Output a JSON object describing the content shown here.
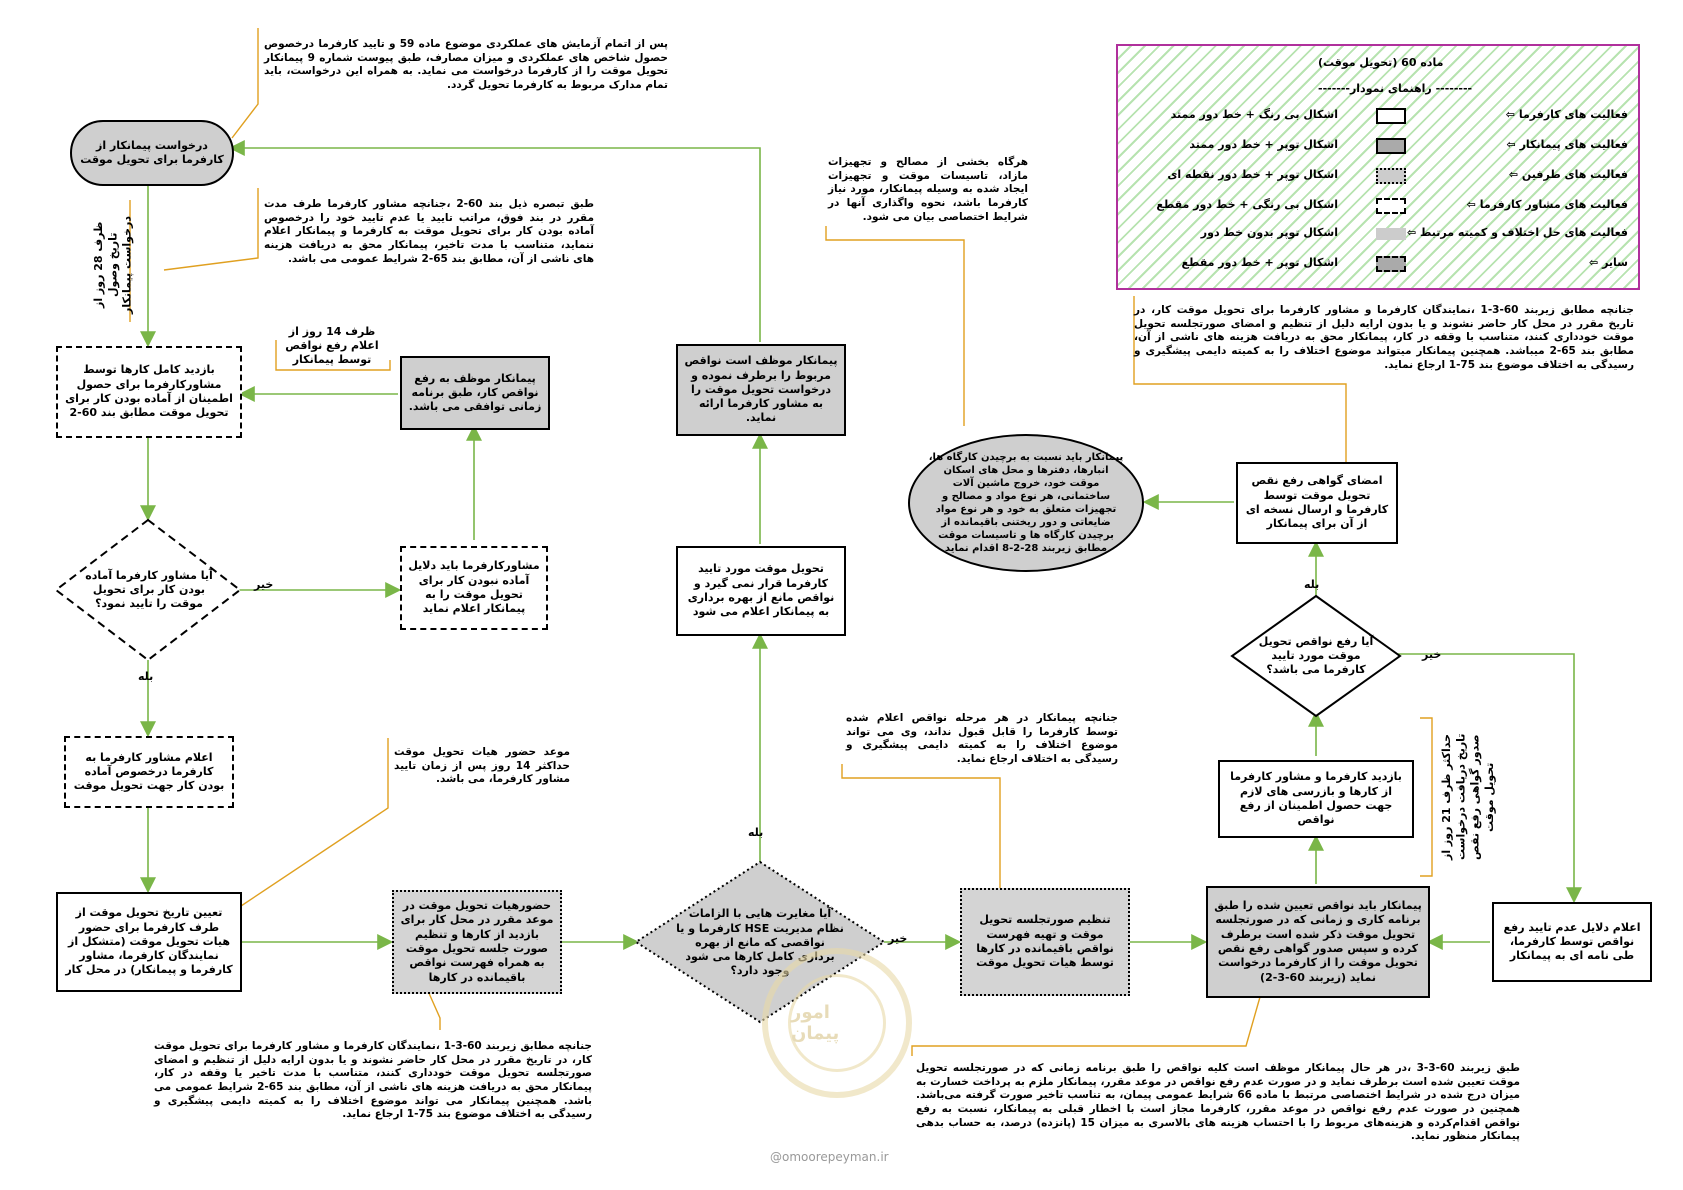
{
  "legend": {
    "title": "ماده 60 (تحویل موقت)",
    "subtitle": "-------- راهنمای نمودار-------",
    "rows": [
      {
        "who": "فعالیت های کارفرما ⇦",
        "shape": "اشکال بی رنگ + خط دور ممتد"
      },
      {
        "who": "فعالیت های پیمانکار ⇦",
        "shape": "اشکال توپر + خط دور ممتد"
      },
      {
        "who": "فعالیت های طرفین ⇦",
        "shape": "اشکال توپر + خط دور نقطه ای"
      },
      {
        "who": "فعالیت های مشاور کارفرما ⇦",
        "shape": "اشکال بی رنگی + خط دور مقطع"
      },
      {
        "who": "فعالیت های حل اختلاف و کمیته مرتبط ⇦",
        "shape": "اشکال توپر بدون خط دور"
      },
      {
        "who": "سایر ⇦",
        "shape": "اشکال توپر + خط دور مقطع"
      }
    ]
  },
  "nodes": {
    "request": "درخواست پیمانکار از کارفرما برای تحویل موقت",
    "inspect": "بازدید کامل کارها توسط مشاورکارفرما برای حصول اطمینان از آماده بودن کار برای تحویل موقت مطابق بند 60-2",
    "fix_defects": "پیمانکار موظف به رفع نواقص کار، طبق برنامه زمانی توافقی می باشد.",
    "ready_q": "آیا مشاور کارفرما آماده بودن کار برای تحویل موقت را تایید نمود؟",
    "notready_reasons": "مشاورکارفرما باید دلایل آماده نبودن کار برای تحویل موقت را به پیمانکار اعلام نماید",
    "announce_ready": "اعلام مشاور کارفرما به کارفرما درخصوص آماده بودن کار جهت تحویل موقت",
    "set_date": "تعیین تاریخ تحویل موقت از طرف کارفرما برای حضور هیات تحویل موقت (متشکل از نمایندگان کارفرما، مشاور کارفرما و پیمانکار) در محل کار",
    "board_present": "حضورهیات تحویل موقت در موعد مقرر در محل کار برای بازدید از کارها و تنظیم صورت جلسه تحویل موقت به همراه فهرست نواقص باقیمانده در کارها",
    "hse_q": "آیا مغایرت هایی با الزامات نظام مدیریت HSE کارفرما و یا نواقصی که مانع از بهره برداری کامل کارها می شود وجود دارد؟",
    "not_accept": "تحویل موقت مورد تایید کارفرما قرار نمی گیرد و نواقص مانع از بهره برداری به پیمانکار اعلام می شود",
    "fix_request": "پیمانکار موظف است نواقص مربوط را برطرف نموده و درخواست تحویل موقت را به مشاور کارفرما ارائه نماید.",
    "minutes": "تنظیم صورتجلسه تحویل موقت و تهیه فهرست نواقص باقیمانده در کارها توسط هیات تحویل موقت",
    "contractor_fix": "پیمانکار باید نواقص تعیین شده را طبق برنامه کاری و زمانی که در صورتجلسه تحویل موقت ذکر شده است برطرف کرده و سپس صدور گواهی رفع نقص تحویل موقت را از کارفرما درخواست نماید (زیربند 60-3-2)",
    "verify": "بازدید کارفرما و مشاور کارفرما از کارها و بازرسی های لازم جهت حصول اطمینان از رفع نواقص",
    "fixed_q": "آیا رفع نواقص تحویل موقت مورد تایید کارفرما می باشد؟",
    "reject_reasons": "اعلام دلایل عدم تایید رفع نواقص توسط کارفرما، طی نامه ای به پیمانکار",
    "certificate": "امضای گواهی رفع نقص تحویل موقت توسط کارفرما و ارسال نسخه ای از آن برای پیمانکار",
    "cleanup": "پیمانکار باید نسبت به برچیدن کارگاه ها، انبارها، دفترها و محل های اسکان موقت خود، خروج ماشین آلات ساختمانی، هر نوع مواد و مصالح و تجهیزات متعلق به خود و هر نوع مواد ضایعاتی و دور ریختنی باقیمانده از برچیدن کارگاه ها و تاسیسات موقت مطابق زیربند 28-2-8 اقدام نماید"
  },
  "edge_labels": {
    "no1": "خیر",
    "yes1": "بله",
    "no2": "خیر",
    "yes2": "بله",
    "no3": "خیر",
    "yes3": "بله",
    "days14": "ظرف 14 روز از اعلام رفع نواقص توسط پیمانکار",
    "days28": "ظرف 28 روز از تاریخ وصول درخواست پیمانکار",
    "days21": "حداکثر ظرف 21 روز از تاریخ دریافت درخواست صدور گواهی رفع نقص تحویل موقت"
  },
  "notes": {
    "n_request": "پس از اتمام آزمایش های عملکردی موضوع ماده 59 و تایید کارفرما درخصوص حصول شاخص های عملکردی و میزان مصارف، طبق پیوست شماره 9 پیمانکار تحویل موقت را از کارفرما درخواست می نماید. به همراه این درخواست، باید تمام مدارک مربوط به کارفرما تحویل گردد.",
    "n_inspect": "طبق تبصره ذیل بند 60-2 ،جنانچه مشاور کارفرما طرف مدت مقرر در بند فوق، مراتب تایید یا عدم تایید خود را درخصوص آماده بودن کار برای تحویل موقت به کارفرما و پیمانکار اعلام ننماید، متناسب با مدت تاخیر، پیمانکار محق به دریافت هزینه های ناشی از آن، مطابق بند 65-2 شرایط عمومی می باشد.",
    "n_materials": "هرگاه بخشی از مصالح و تجهیزات مازاد، تاسیسات موقت و تجهیزات ایجاد شده به وسیله پیمانکار، مورد نیاز کارفرما باشد، نحوه واگذاری آنها در شرایط اختصاصی بیان می شود.",
    "n_legend_bottom": "جنانچه مطابق زیربند 60-3-1 ،نمایندگان کارفرما و مشاور کارفرما برای تحویل موقت کار، در تاریخ مقرر در محل کار حاضر نشوند و یا بدون ارایه دلیل از تنظیم و امضای صورتجلسه تحویل موقت خودداری کنند، متناسب با وقفه در کار، پیمانکار محق به دریافت هزینه های ناشی از آن، مطابق بند 65-2 میباشد. همچنین پیمانکار میتواند موضوع اختلاف را به کمیته دایمی پیشگیری و رسیدگی به اختلاف موضوع بند 75-1 ارجاع نماید.",
    "n_date": "موعد حضور هیات تحویل موقت حداکثر 14 روز پس از زمان تایید مشاور کارفرما، می باشد.",
    "n_dispute": "جنانچه پیمانکار در هر مرحله نواقص اعلام شده توسط کارفرما را قابل قبول نداند، وی می تواند موضوع اختلاف را به کمیته دایمی پیشگیری و رسیدگی به اختلاف ارجاع نماید.",
    "n_bottom_left": "جنانچه مطابق زیربند 60-3-1 ،نمایندگان کارفرما و مشاور کارفرما برای تحویل موقت کار، در تاریخ مقرر در محل کار حاضر نشوند و یا بدون ارایه دلیل از تنظیم و امضای صورتجلسه تحویل موقت خودداری کنند، متناسب با مدت تاخیر یا وقفه در کار، پیمانکار محق به دریافت هزینه های ناشی از آن، مطابق بند 65-2 شرایط عمومی می باشد. همچنین پیمانکار می تواند موضوع اختلاف را به کمیته دایمی پیشگیری و رسیدگی به اختلاف موضوع بند 75-1 ارجاع نماید.",
    "n_bottom_right": "طبق زیربند 60-3-3 ،در هر حال پیمانکار موظف است کلیه نواقص را طبق برنامه زمانی که در صورتجلسه تحویل موقت تعیین شده است برطرف نماید و در صورت عدم رفع نواقص در موعد مقرر، پیمانکار ملزم به پرداخت خسارت به میزان درج شده در شرایط اختصاصی مرتبط با ماده 66 شرایط عمومی پیمان، به تناسب تاخیر صورت گرفته می‌باشد. همچنین در صورت عدم رفع نواقص در موعد مقرر، کارفرما مجاز است با اخطار قبلی به پیمانکار، نسبت به رفع نواقص اقدام‌کرده و هزینه‌های مربوط را با احتساب هزینه های بالاسری به میزان 15 (پانزده) درصد، به حساب بدهی پیمانکار منظور نماید."
  },
  "watermark": {
    "text": "امور پیمان",
    "site": "@omoorepeyman.ir"
  },
  "colors": {
    "arrow": "#7ab648",
    "note_line": "#e0a020",
    "legend_border": "#b0309c"
  }
}
